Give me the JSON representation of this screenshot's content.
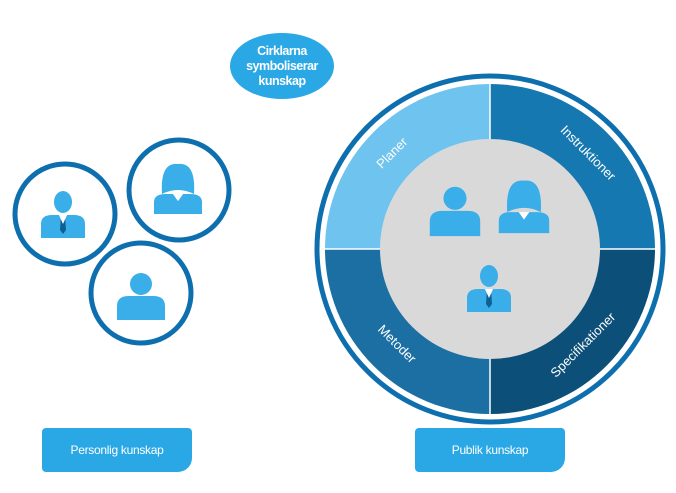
{
  "bubble": {
    "lines": [
      "Cirklarna",
      "symboliserar",
      "kunskap"
    ]
  },
  "captions": {
    "personal": "Personlig kunskap",
    "public": "Publik kunskap"
  },
  "ring": {
    "segments": {
      "top_left": "Planer",
      "top_right": "Instruktioner",
      "bottom_left": "Metoder",
      "bottom_right": "Specifikationer"
    }
  },
  "colors": {
    "ring_border": "#0e6fae",
    "seg_top_left": "#6ec3ef",
    "seg_top_right": "#1578b0",
    "seg_bottom_left": "#1c6fa3",
    "seg_bottom_right": "#0c4f78",
    "inner_disc": "#d9d9d9",
    "person_icon": "#3aaee8",
    "accent": "#2aa8e6"
  },
  "icons": {
    "personal_circles": [
      "man-in-suit-icon",
      "woman-icon",
      "person-icon"
    ],
    "public_center": [
      "person-icon",
      "woman-icon",
      "man-in-suit-icon"
    ]
  }
}
